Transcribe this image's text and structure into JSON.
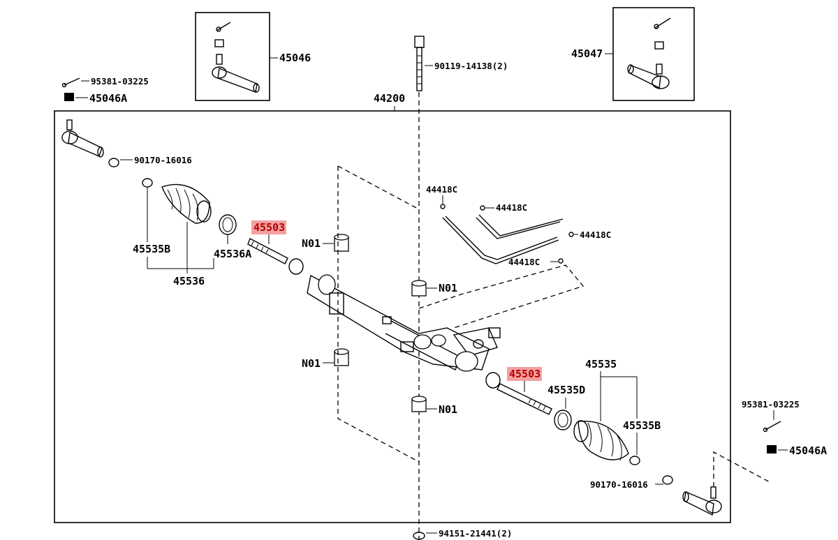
{
  "colors": {
    "highlight_bg": "#f4a0a0",
    "highlight_text": "#b40000",
    "line": "#000000"
  },
  "labels": {
    "p45046": "45046",
    "p45047": "45047",
    "p44200": "44200",
    "bolt_top": "90119-14138(2)",
    "pin_left": "95381-03225",
    "nut_left": "45046A",
    "nut_90170_left": "90170-16016",
    "clip_45535b_left": "45535B",
    "boot_45536": "45536",
    "clamp_45536a": "45536A",
    "rod_left": "45503",
    "n01_a": "N01",
    "n01_b": "N01",
    "n01_c": "N01",
    "n01_d": "N01",
    "tube_a": "44418C",
    "tube_b": "44418C",
    "tube_c": "44418C",
    "tube_d": "44418C",
    "rod_right": "45503",
    "boot_45535": "45535",
    "clamp_45535d": "45535D",
    "clip_45535b_right": "45535B",
    "pin_right": "95381-03225",
    "nut_right": "45046A",
    "nut_90170_right": "90170-16016",
    "bolt_bottom": "94151-21441(2)"
  }
}
